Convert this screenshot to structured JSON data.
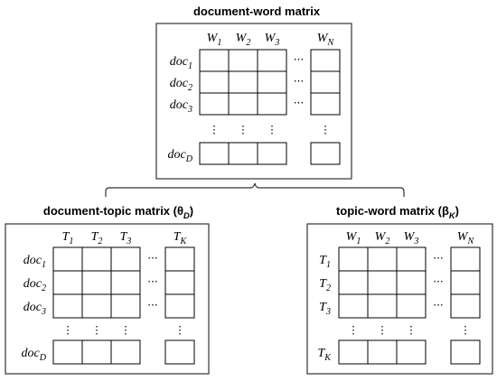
{
  "top": {
    "title": "document-word matrix",
    "cols": [
      "W|1",
      "W|2",
      "W|3"
    ],
    "col_last": "W|N",
    "rows": [
      "doc|1",
      "doc|2",
      "doc|3"
    ],
    "row_last": "doc|D"
  },
  "left": {
    "title": "document-topic matrix (θ|D|)",
    "cols": [
      "T|1",
      "T|2",
      "T|3"
    ],
    "col_last": "T|K",
    "rows": [
      "doc|1",
      "doc|2",
      "doc|3"
    ],
    "row_last": "doc|D"
  },
  "right": {
    "title": "topic-word matrix (β|K|)",
    "cols": [
      "W|1",
      "W|2",
      "W|3"
    ],
    "col_last": "W|N",
    "rows": [
      "T|1",
      "T|2",
      "T|3"
    ],
    "row_last": "T|K"
  },
  "ellipsis_h": "···",
  "ellipsis_v": "⋮"
}
